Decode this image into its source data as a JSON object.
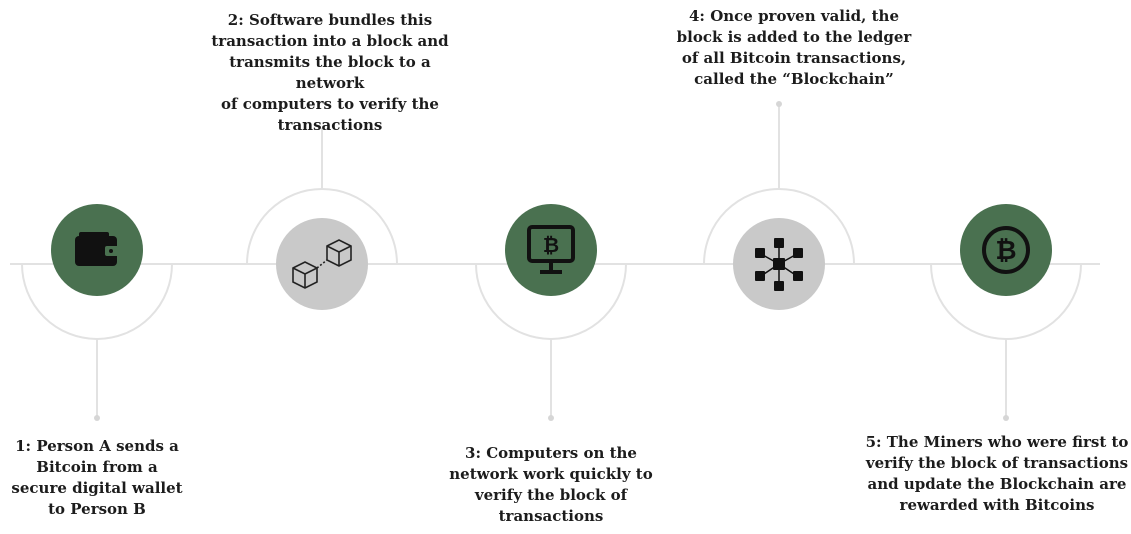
{
  "colors": {
    "green": "#4a7150",
    "gray": "#c9c9c9",
    "line": "#e2e2e2",
    "icon_dark": "#111111"
  },
  "steps": [
    {
      "number": "1",
      "icon": "wallet-icon",
      "fill": "green",
      "text": "1: Person A sends a\nBitcoin from a\nsecure digital wallet\nto Person B"
    },
    {
      "number": "2",
      "icon": "linked-blocks-icon",
      "fill": "gray",
      "text": "2: Software bundles this\ntransaction into a block and\ntransmits the block to a network\nof computers to verify the\ntransactions"
    },
    {
      "number": "3",
      "icon": "bitcoin-monitor-icon",
      "fill": "green",
      "text": "3: Computers on the\nnetwork work quickly to\nverify the block of\ntransactions"
    },
    {
      "number": "4",
      "icon": "blockchain-network-icon",
      "fill": "gray",
      "text": "4: Once proven valid, the\nblock is added to the ledger\nof all Bitcoin transactions,\ncalled the “Blockchain”"
    },
    {
      "number": "5",
      "icon": "bitcoin-coin-icon",
      "fill": "green",
      "text": "5: The Miners who were first to\nverify the block of transactions\nand update the Blockchain are\nrewarded with Bitcoins"
    }
  ]
}
